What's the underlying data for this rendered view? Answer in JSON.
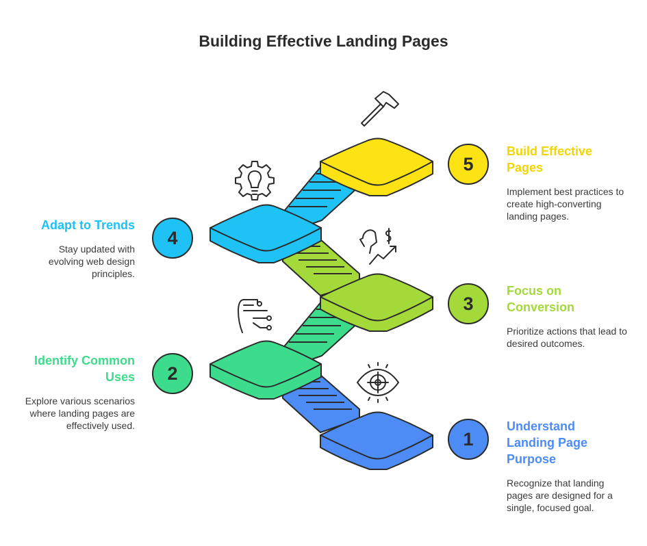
{
  "title": "Building Effective Landing Pages",
  "steps": [
    {
      "number": "1",
      "title": "Understand Landing Page Purpose",
      "description": "Recognize that landing pages are designed for a single, focused goal.",
      "color": "#4d8cf5",
      "icon": "eye-target-icon"
    },
    {
      "number": "2",
      "title": "Identify Common Uses",
      "description": "Explore various scenarios where landing pages are effectively used.",
      "color": "#3ddc8c",
      "icon": "hand-circuit-icon"
    },
    {
      "number": "3",
      "title": "Focus on Conversion",
      "description": "Prioritize actions that lead to desired outcomes.",
      "color": "#a4d93a",
      "icon": "head-dollar-growth-icon"
    },
    {
      "number": "4",
      "title": "Adapt to Trends",
      "description": "Stay updated with evolving web design principles.",
      "color": "#1ec2f5",
      "icon": "gear-lightbulb-icon"
    },
    {
      "number": "5",
      "title": "Build Effective Pages",
      "description": "Implement best practices to create high-converting landing pages.",
      "color": "#fde314",
      "icon": "hammer-icon"
    }
  ]
}
